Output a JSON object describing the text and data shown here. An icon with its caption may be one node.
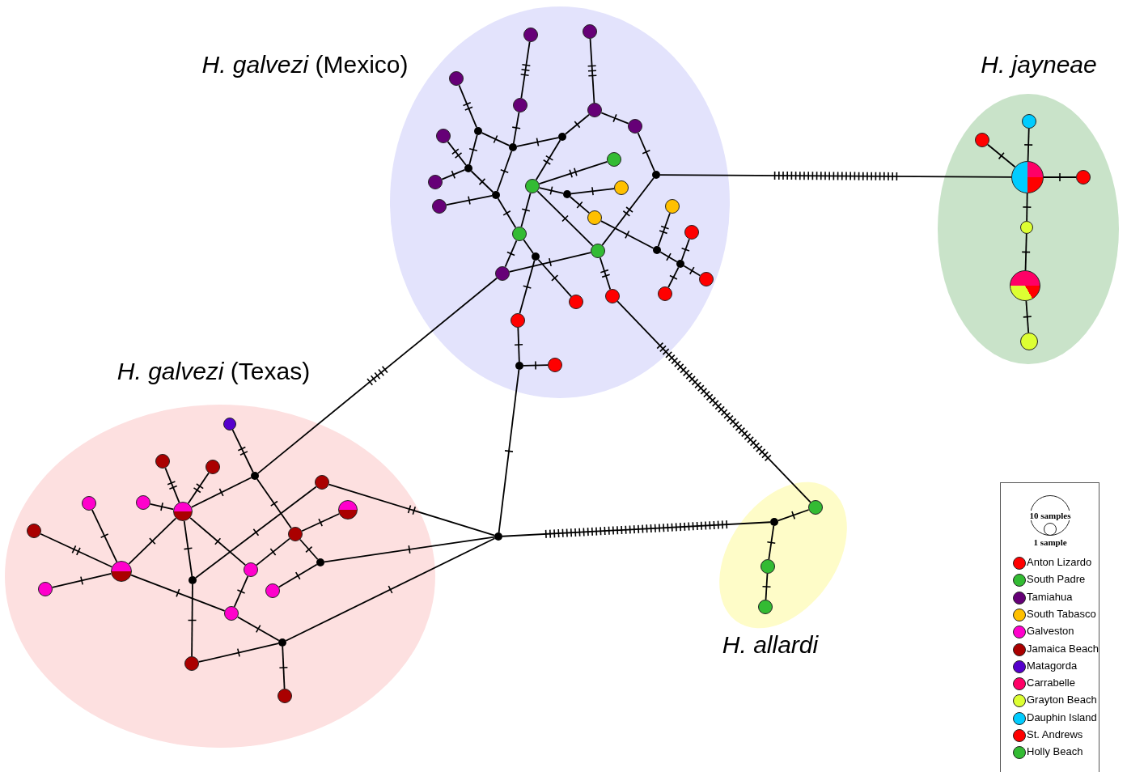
{
  "diagram": {
    "nodes": [
      {
        "text": [
          "*H. galvezi* (Mexico)"
        ]
      },
      {
        "text": [],
        "shape": "circle",
        "in": 0
      },
      {
        "text": [],
        "shape": "circle",
        "in": 0
      },
      {
        "text": [],
        "shape": "circle",
        "in": 0
      },
      {
        "text": [],
        "shape": "circle",
        "in": 0
      },
      {
        "text": [],
        "shape": "circle",
        "in": 0
      },
      {
        "text": [],
        "shape": "circle",
        "in": 0
      },
      {
        "text": [],
        "shape": "circle",
        "in": 0
      },
      {
        "text": [],
        "shape": "circle",
        "in": 0
      },
      {
        "text": [],
        "shape": "circle",
        "in": 0
      },
      {
        "text": [],
        "shape": "circle",
        "in": 0
      },
      {
        "text": [],
        "shape": "circle",
        "in": 0
      },
      {
        "text": [],
        "shape": "circle",
        "in": 0
      },
      {
        "text": [],
        "shape": "circle",
        "in": 0
      },
      {
        "text": [],
        "shape": "circle",
        "in": 0
      },
      {
        "text": [],
        "shape": "circle",
        "in": 0
      },
      {
        "text": [],
        "shape": "circle",
        "in": 0
      },
      {
        "text": [],
        "shape": "circle",
        "in": 0
      },
      {
        "text": [],
        "shape": "circle",
        "in": 0
      },
      {
        "text": [],
        "shape": "circle",
        "in": 0
      },
      {
        "text": [],
        "shape": "circle",
        "in": 0
      },
      {
        "text": [],
        "shape": "circle",
        "in": 0
      },
      {
        "text": [],
        "shape": "circle",
        "in": 0
      },
      {
        "text": [],
        "shape": "circle",
        "in": 0
      },
      {
        "text": [],
        "shape": "circle",
        "in": 0
      },
      {
        "text": [],
        "shape": "circle",
        "in": 0
      },
      {
        "text": [],
        "shape": "circle",
        "in": 0
      },
      {
        "text": [],
        "shape": "circle",
        "in": 0
      },
      {
        "text": [],
        "shape": "circle",
        "in": 0
      },
      {
        "text": [],
        "shape": "circle",
        "in": 0
      },
      {
        "text": [],
        "shape": "circle",
        "in": 0
      },
      {
        "text": [],
        "shape": "circle",
        "in": 0
      },
      {
        "text": [],
        "shape": "circle",
        "in": 0
      },
      {
        "text": [],
        "shape": "circle",
        "in": 0
      },
      {
        "text": [],
        "shape": "circle",
        "in": 0
      },
      {
        "text": [],
        "shape": "circle",
        "in": 0
      },
      {
        "text": [
          "H. jayneae"
        ]
      },
      {
        "text": [],
        "shape": "circle",
        "in": 36
      },
      {
        "text": [],
        "shape": "circle",
        "in": 36
      },
      {
        "text": [],
        "shape": "circle",
        "in": 36
      },
      {
        "text": [],
        "shape": "circle",
        "in": 36
      },
      {
        "text": [],
        "shape": "circle",
        "in": 36
      },
      {
        "text": [],
        "shape": "circle",
        "in": 36
      },
      {
        "text": [],
        "shape": "circle",
        "in": 36
      },
      {
        "text": [
          "*H. galvezi* (Texas)"
        ]
      },
      {
        "text": [],
        "shape": "circle",
        "in": 44
      },
      {
        "text": [],
        "shape": "circle",
        "in": 44
      },
      {
        "text": [],
        "shape": "circle",
        "in": 44
      },
      {
        "text": [],
        "shape": "circle",
        "in": 44
      },
      {
        "text": [],
        "shape": "circle",
        "in": 44
      },
      {
        "text": [],
        "shape": "circle",
        "in": 44
      },
      {
        "text": [],
        "shape": "circle",
        "in": 44
      },
      {
        "text": [],
        "shape": "circle",
        "in": 44
      },
      {
        "text": [],
        "shape": "circle",
        "in": 44
      },
      {
        "text": [],
        "shape": "circle",
        "in": 44
      },
      {
        "text": [],
        "shape": "circle",
        "in": 44
      },
      {
        "text": [],
        "shape": "circle",
        "in": 44
      },
      {
        "text": [],
        "shape": "circle",
        "in": 44
      },
      {
        "text": [],
        "shape": "circle",
        "in": 44
      },
      {
        "text": [],
        "shape": "circle",
        "in": 44
      },
      {
        "text": [],
        "shape": "circle",
        "in": 44
      },
      {
        "text": [],
        "shape": "circle",
        "in": 44
      },
      {
        "text": [],
        "shape": "circle",
        "in": 44
      },
      {
        "text": [],
        "shape": "circle",
        "in": 44
      },
      {
        "text": [],
        "shape": "circle",
        "in": 44
      },
      {
        "text": [],
        "shape": "circle",
        "in": 44
      },
      {
        "text": [],
        "shape": "circle"
      },
      {
        "text": [
          "H. allardi"
        ]
      },
      {
        "text": [],
        "shape": "circle",
        "in": 67
      },
      {
        "text": [],
        "shape": "circle",
        "in": 67
      },
      {
        "text": [],
        "shape": "circle",
        "in": 67
      },
      {
        "text": [],
        "shape": "circle",
        "in": 67
      }
    ],
    "edges": [
      {
        "from": 2,
        "to": 4,
        "arrow": "none"
      },
      {
        "from": 1,
        "to": 5,
        "arrow": "none"
      },
      {
        "from": 3,
        "to": 7,
        "arrow": "none"
      },
      {
        "from": 4,
        "to": 10,
        "arrow": "none"
      },
      {
        "from": 7,
        "to": 10,
        "arrow": "none"
      },
      {
        "from": 7,
        "to": 12,
        "arrow": "none"
      },
      {
        "from": 8,
        "to": 12,
        "arrow": "none"
      },
      {
        "from": 14,
        "to": 12,
        "arrow": "none"
      },
      {
        "from": 12,
        "to": 18,
        "arrow": "none"
      },
      {
        "from": 19,
        "to": 18,
        "arrow": "none"
      },
      {
        "from": 10,
        "to": 18,
        "arrow": "none"
      },
      {
        "from": 10,
        "to": 9,
        "arrow": "none"
      },
      {
        "from": 9,
        "to": 5,
        "arrow": "none"
      },
      {
        "from": 5,
        "to": 6,
        "arrow": "none"
      },
      {
        "from": 6,
        "to": 13,
        "arrow": "none"
      },
      {
        "from": 9,
        "to": 15,
        "arrow": "none"
      },
      {
        "from": 15,
        "to": 11,
        "arrow": "none"
      },
      {
        "from": 15,
        "to": 17,
        "arrow": "none"
      },
      {
        "from": 17,
        "to": 16,
        "arrow": "none"
      },
      {
        "from": 17,
        "to": 21,
        "arrow": "none"
      },
      {
        "from": 15,
        "to": 25,
        "arrow": "none"
      },
      {
        "from": 15,
        "to": 23,
        "arrow": "none"
      },
      {
        "from": 18,
        "to": 23,
        "arrow": "none"
      },
      {
        "from": 23,
        "to": 28,
        "arrow": "none"
      },
      {
        "from": 23,
        "to": 26,
        "arrow": "none"
      },
      {
        "from": 26,
        "to": 32,
        "arrow": "none"
      },
      {
        "from": 26,
        "to": 33,
        "arrow": "none"
      },
      {
        "from": 28,
        "to": 25,
        "arrow": "none"
      },
      {
        "from": 25,
        "to": 13,
        "arrow": "none"
      },
      {
        "from": 21,
        "to": 24,
        "arrow": "none"
      },
      {
        "from": 20,
        "to": 24,
        "arrow": "none"
      },
      {
        "from": 24,
        "to": 27,
        "arrow": "none"
      },
      {
        "from": 27,
        "to": 22,
        "arrow": "none"
      },
      {
        "from": 27,
        "to": 29,
        "arrow": "none"
      },
      {
        "from": 27,
        "to": 30,
        "arrow": "none"
      },
      {
        "from": 25,
        "to": 31,
        "arrow": "none"
      },
      {
        "from": 33,
        "to": 35,
        "arrow": "none"
      },
      {
        "from": 35,
        "to": 34,
        "arrow": "none"
      },
      {
        "from": 13,
        "to": 39,
        "arrow": "none"
      },
      {
        "from": 31,
        "to": 68,
        "arrow": "none"
      },
      {
        "from": 28,
        "to": 48,
        "arrow": "none"
      },
      {
        "from": 35,
        "to": 66,
        "arrow": "none"
      },
      {
        "from": 37,
        "to": 39,
        "arrow": "none"
      },
      {
        "from": 38,
        "to": 39,
        "arrow": "none"
      },
      {
        "from": 39,
        "to": 40,
        "arrow": "none"
      },
      {
        "from": 39,
        "to": 41,
        "arrow": "none"
      },
      {
        "from": 41,
        "to": 42,
        "arrow": "none"
      },
      {
        "from": 42,
        "to": 43,
        "arrow": "none"
      },
      {
        "from": 69,
        "to": 68,
        "arrow": "none"
      },
      {
        "from": 69,
        "to": 70,
        "arrow": "none"
      },
      {
        "from": 70,
        "to": 71,
        "arrow": "none"
      },
      {
        "from": 66,
        "to": 69,
        "arrow": "none"
      },
      {
        "from": 45,
        "to": 48,
        "arrow": "none"
      },
      {
        "from": 48,
        "to": 53,
        "arrow": "none"
      },
      {
        "from": 48,
        "to": 55,
        "arrow": "none"
      },
      {
        "from": 55,
        "to": 56,
        "arrow": "none"
      },
      {
        "from": 46,
        "to": 53,
        "arrow": "none"
      },
      {
        "from": 47,
        "to": 53,
        "arrow": "none"
      },
      {
        "from": 50,
        "to": 53,
        "arrow": "none"
      },
      {
        "from": 53,
        "to": 58,
        "arrow": "none"
      },
      {
        "from": 53,
        "to": 59,
        "arrow": "none"
      },
      {
        "from": 53,
        "to": 57,
        "arrow": "none"
      },
      {
        "from": 51,
        "to": 58,
        "arrow": "none"
      },
      {
        "from": 54,
        "to": 58,
        "arrow": "none"
      },
      {
        "from": 60,
        "to": 58,
        "arrow": "none"
      },
      {
        "from": 58,
        "to": 62,
        "arrow": "none"
      },
      {
        "from": 59,
        "to": 49,
        "arrow": "none"
      },
      {
        "from": 59,
        "to": 64,
        "arrow": "none"
      },
      {
        "from": 49,
        "to": 66,
        "arrow": "none"
      },
      {
        "from": 55,
        "to": 52,
        "arrow": "none"
      },
      {
        "from": 55,
        "to": 57,
        "arrow": "none"
      },
      {
        "from": 57,
        "to": 62,
        "arrow": "none"
      },
      {
        "from": 61,
        "to": 56,
        "arrow": "none"
      },
      {
        "from": 56,
        "to": 66,
        "arrow": "none"
      },
      {
        "from": 62,
        "to": 63,
        "arrow": "none"
      },
      {
        "from": 64,
        "to": 63,
        "arrow": "none"
      },
      {
        "from": 63,
        "to": 65,
        "arrow": "none"
      },
      {
        "from": 63,
        "to": 66,
        "arrow": "none"
      }
    ],
    "legend": [
      {
        "text": "10 samples"
      },
      {
        "text": "1 sample"
      },
      {
        "text": "Anton Lizardo",
        "color": "#ff0000"
      },
      {
        "text": "South Padre",
        "color": "#33bb33"
      },
      {
        "text": "Tamiahua",
        "color": "#660077"
      },
      {
        "text": "South Tabasco",
        "color": "#ffc000"
      },
      {
        "text": "Galveston",
        "color": "#ff00cc"
      },
      {
        "text": "Jamaica Beach",
        "color": "#aa0000"
      },
      {
        "text": "Matagorda",
        "color": "#5500cc"
      },
      {
        "text": "Carrabelle",
        "color": "#ff0066"
      },
      {
        "text": "Grayton Beach",
        "color": "#ddff33"
      },
      {
        "text": "Dauphin Island",
        "color": "#00ccff"
      },
      {
        "text": "St. Andrews",
        "color": "#ff0000"
      },
      {
        "text": "Holly Beach",
        "color": "#33bb33"
      }
    ]
  }
}
